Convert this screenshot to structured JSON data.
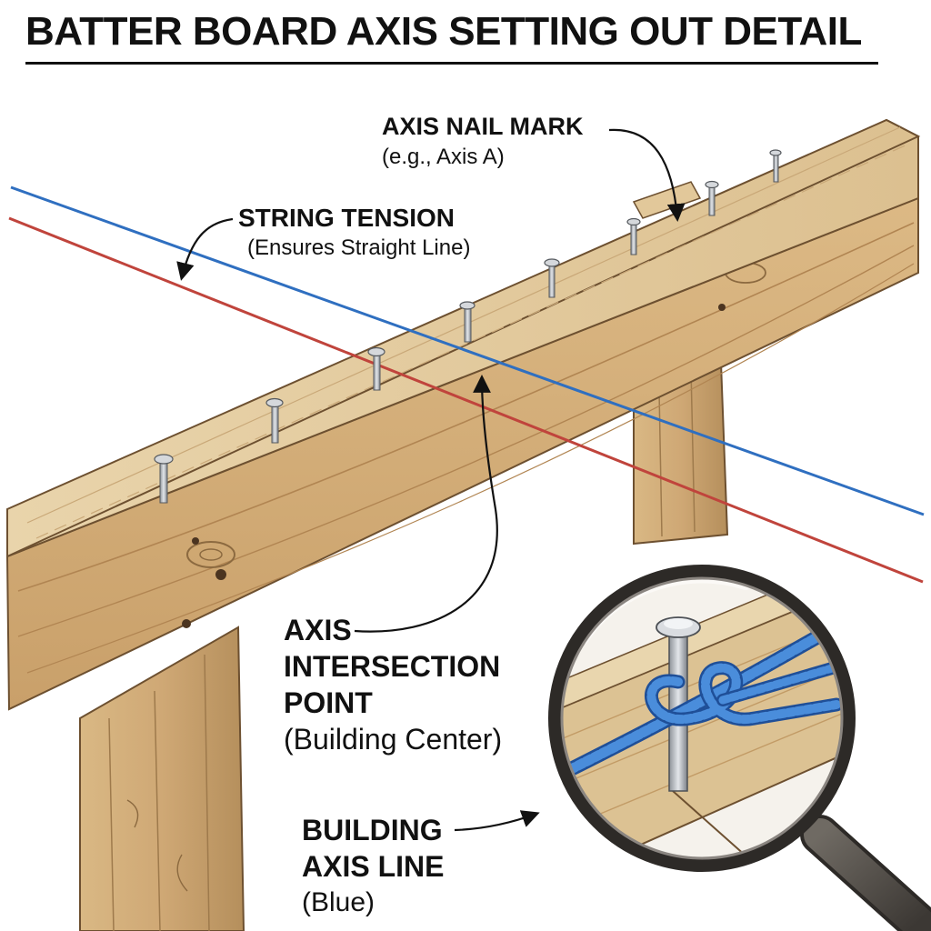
{
  "title": "BATTER BOARD AXIS SETTING OUT DETAIL",
  "labels": {
    "nail_mark": {
      "title": "AXIS NAIL MARK",
      "note": "(e.g., Axis A)"
    },
    "string_tension": {
      "title": "STRING TENSION",
      "note": "(Ensures Straight Line)"
    },
    "intersection": {
      "line1": "AXIS",
      "line2": "INTERSECTION",
      "line3": "POINT",
      "note": "(Building Center)"
    },
    "axis_line": {
      "line1": "BUILDING",
      "line2": "AXIS LINE",
      "note": "(Blue)"
    }
  },
  "colors": {
    "wood_light": "#e6cfa3",
    "wood_mid": "#d4b07a",
    "wood_dark": "#b98f58",
    "blue_string": "#2f6fc0",
    "red_string": "#c0443c",
    "nail": "#b8bcc2",
    "ink": "#222222"
  }
}
